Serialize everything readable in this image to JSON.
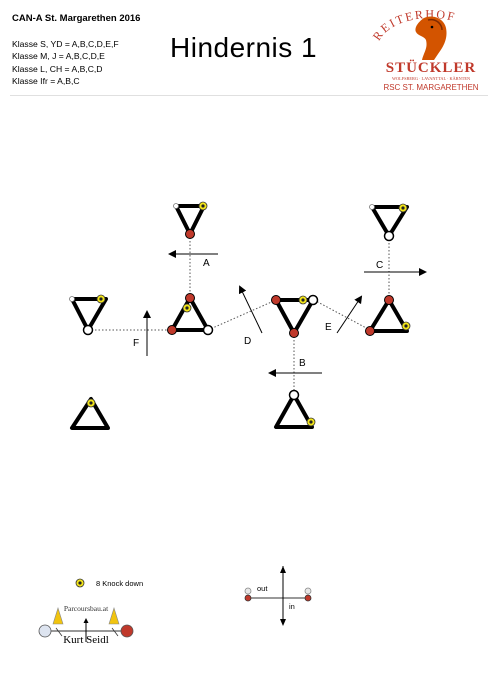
{
  "header": {
    "event_title": "CAN-A St. Margarethen 2016",
    "page_title": "Hindernis 1",
    "classes": [
      "Klasse S, YD = A,B,C,D,E,F",
      "Klasse M, J = A,B,C,D,E",
      "Klasse L, CH = A,B,C,D",
      "Klasse Ifr = A,B,C"
    ]
  },
  "logo": {
    "arc_text": "REITERHOF",
    "name": "STÜCKLER",
    "places": "WOLFSBERG · LAVANTTAL · KÄRNTEN",
    "club": "RSC ST. MARGARETHEN"
  },
  "gates": {
    "A": "A",
    "B": "B",
    "C": "C",
    "D": "D",
    "E": "E",
    "F": "F"
  },
  "legend": {
    "knock_down": "8 Knock down",
    "out": "out",
    "in": "in"
  },
  "credit": {
    "site": "Parcoursbau.at",
    "name": "Kurt Seidl"
  }
}
